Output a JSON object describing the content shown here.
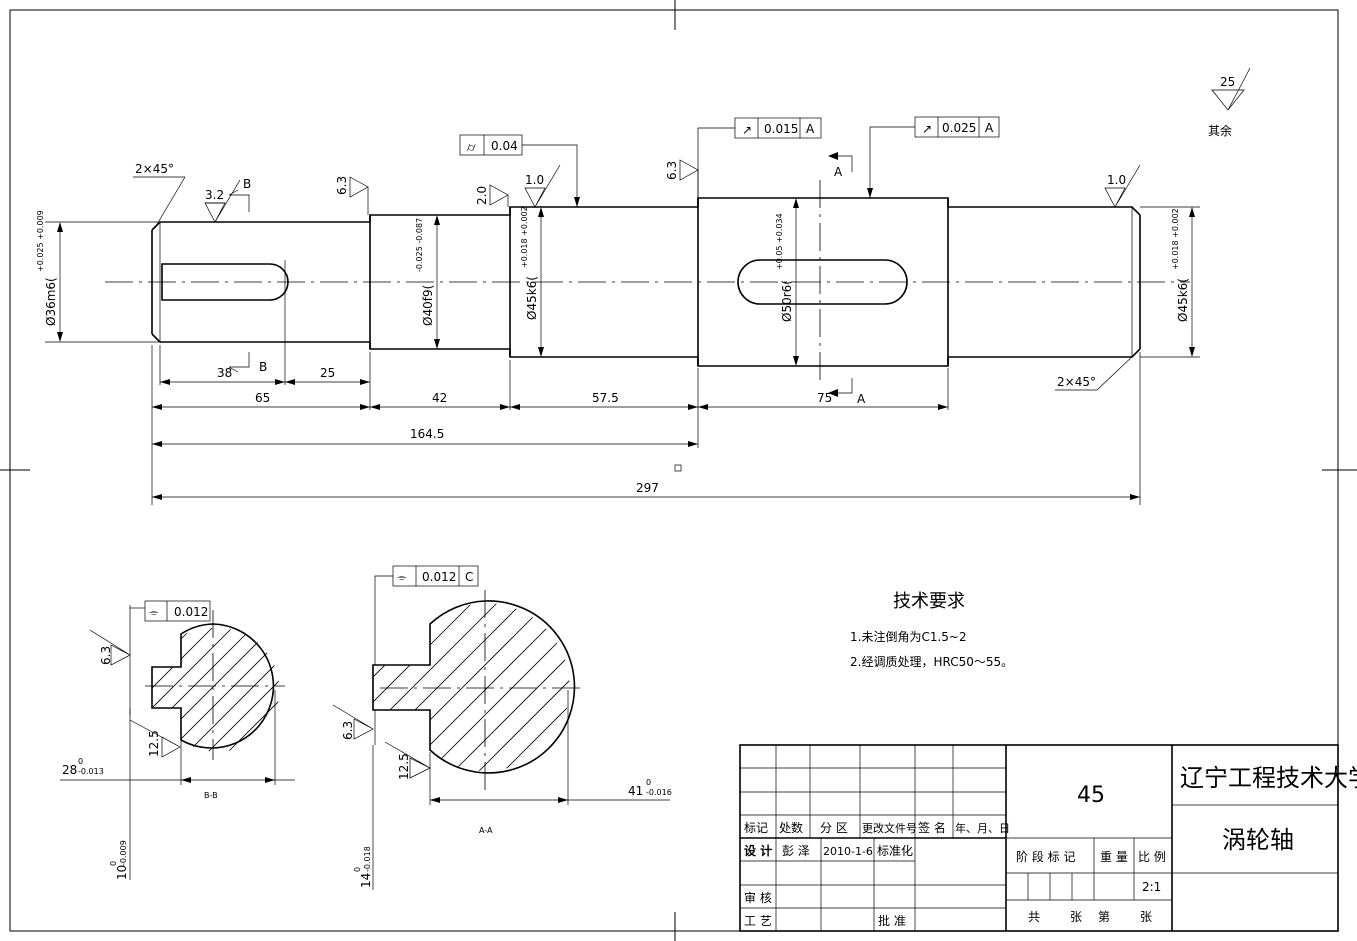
{
  "dimensions": {
    "d65": "65",
    "d42": "42",
    "d575": "57.5",
    "d75": "75",
    "d1645": "164.5",
    "d297": "297",
    "d38": "38",
    "d25": "25",
    "dia36": "Ø36m6(",
    "tol36": "+0.025 +0.009",
    "dia40": "Ø40f9(",
    "tol40": "-0.025 -0.087",
    "dia45a": "Ø45k6(",
    "tol45a": "+0.018 +0.002",
    "dia50": "Ø50r6(",
    "tol50": "+0.05 +0.034",
    "dia45b": "Ø45k6(",
    "tol45b": "+0.018 +0.002",
    "chamferL": "2×45°",
    "chamferR": "2×45°",
    "sec1_28": "28",
    "sec1_28tol": "-0.013",
    "sec1_10": "10",
    "sec1_10tol": "-0.009",
    "sec2_41": "41",
    "sec2_41tol": "-0.016",
    "sec2_14": "14",
    "sec2_14tol": "-0.018",
    "zero": "0"
  },
  "roughness": {
    "r32": "3.2",
    "r63a": "6.3",
    "r20": "2.0",
    "r10a": "1.0",
    "r63b": "6.3",
    "r10b": "1.0",
    "r25": "25",
    "other": "其余",
    "sec1_63": "6.3",
    "sec1_125": "12.5",
    "sec2_63": "6.3",
    "sec2_125": "12.5"
  },
  "tolerance_frames": {
    "f1_val": "0.04",
    "f2_val": "0.015",
    "f2_ref": "A",
    "f3_val": "0.025",
    "f3_ref": "A",
    "f4_val": "0.012",
    "f5_val": "0.012",
    "f5_ref": "C"
  },
  "section_marks": {
    "b_top": "B",
    "b_bot": "B",
    "a_top": "A",
    "a_bot": "A"
  },
  "tech_requirements": {
    "title": "技术要求",
    "line1": "1.未注倒角为C1.5~2",
    "line2": "2.经调质处理，HRC50～55。"
  },
  "title_block": {
    "material": "45",
    "school": "辽宁工程技术大学",
    "part_name": "涡轮轴",
    "h_mark": "标记",
    "h_count": "处数",
    "h_zone": "分 区",
    "h_doc": "更改文件号",
    "h_sign": "签 名",
    "h_date": "年、月、日",
    "design": "设 计",
    "designer": "彭 泽",
    "design_date": "2010-1-6",
    "standard": "标准化",
    "stage": "阶 段 标 记",
    "weight": "重 量",
    "scale": "比 例",
    "scale_val": "2:1",
    "review": "审 核",
    "process": "工 艺",
    "approve": "批 准",
    "total": "共",
    "sheets": "张",
    "no": "第",
    "sheet2": "张"
  }
}
